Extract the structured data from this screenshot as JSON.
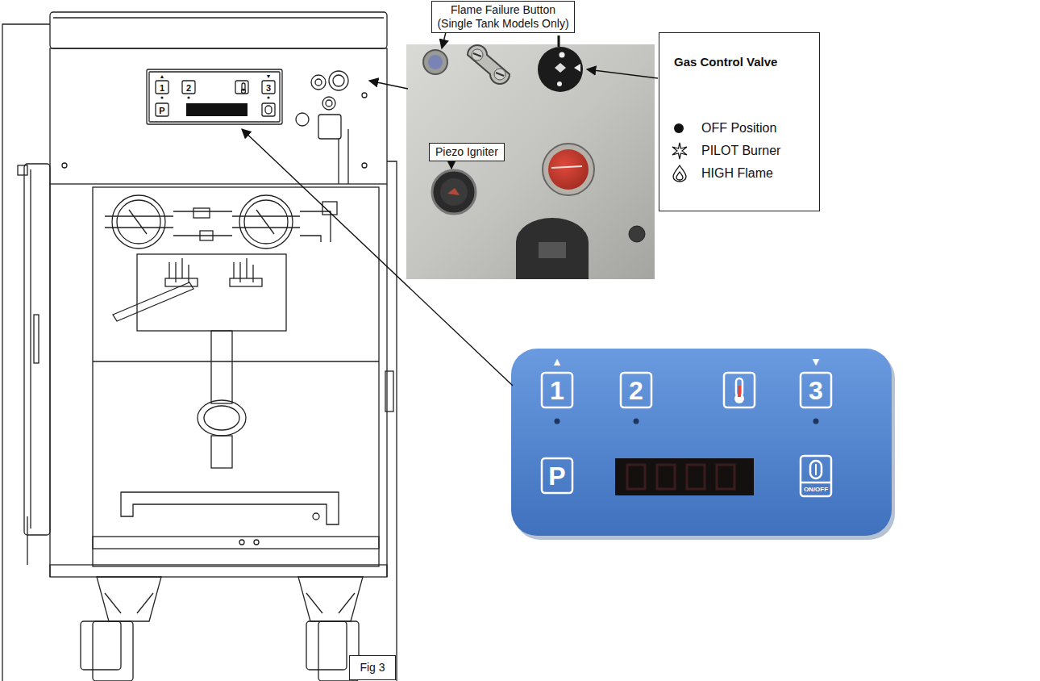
{
  "diagram": {
    "nodes": [
      {
        "text": [
          "Flame Failure Button (Single Tank Models Only)"
        ]
      },
      {
        "text": [
          "Piezo Igniter"
        ]
      },
      {
        "text": [
          "Gas Control Valve"
        ]
      },
      {
        "text": [
          "Fig 3"
        ]
      }
    ],
    "labels": [
      "▲",
      "▼",
      "1",
      "2",
      "3",
      "P",
      "▲",
      "▼",
      "1",
      "2",
      "3",
      "P",
      "ON/OFF"
    ],
    "legend": [
      {
        "text": "OFF Position"
      },
      {
        "text": "PILOT Burner"
      },
      {
        "text": "HIGH Flame"
      }
    ]
  }
}
